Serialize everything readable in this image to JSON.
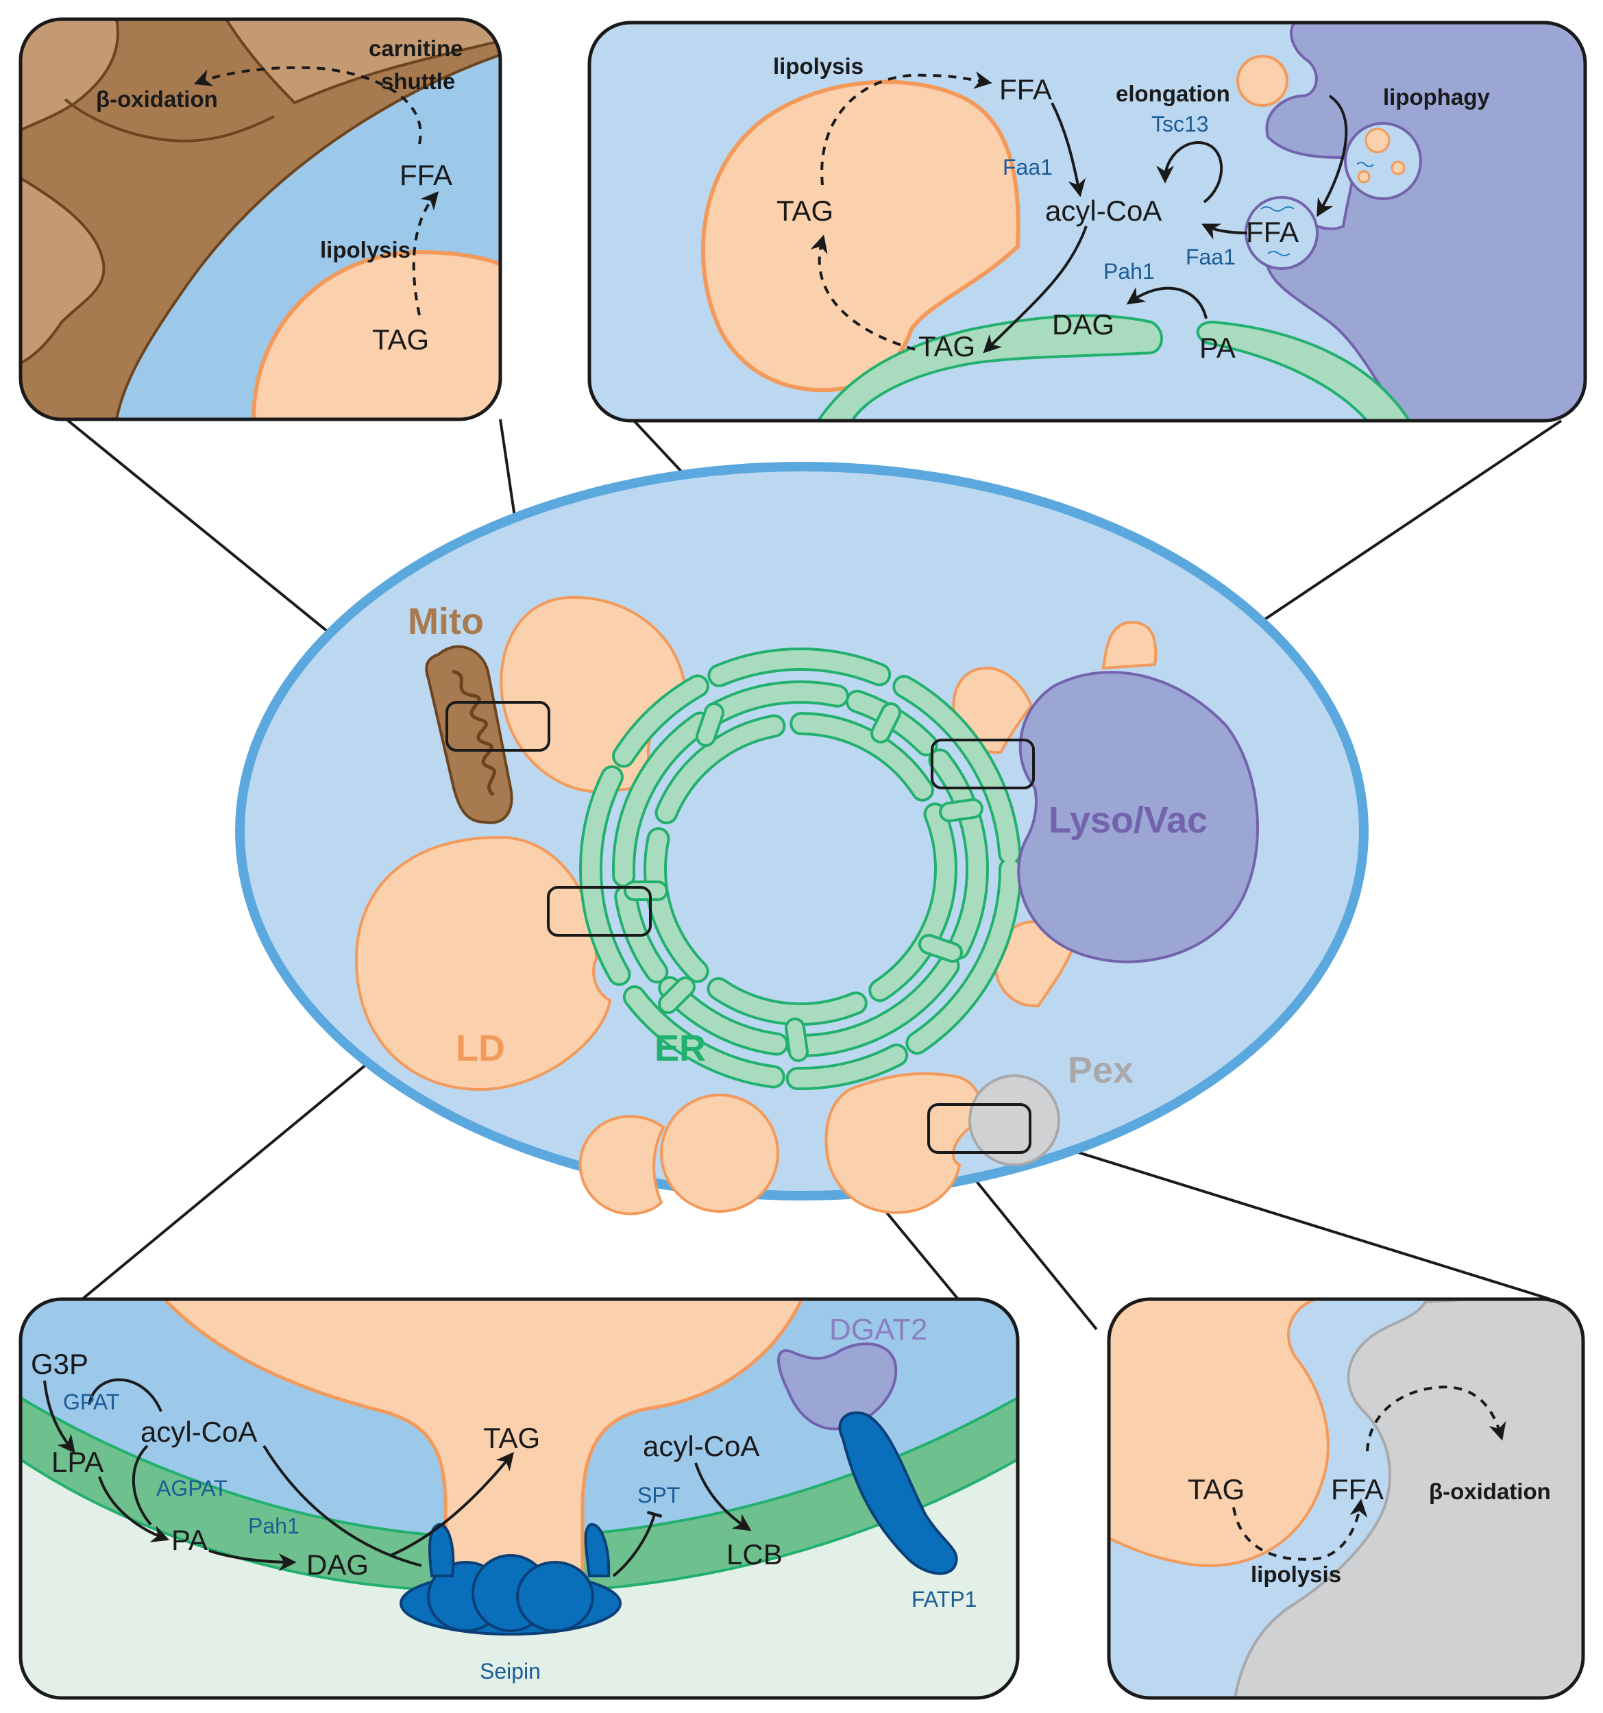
{
  "colors": {
    "cytosol": "#bcd8f0",
    "cell_border": "#5aa8de",
    "lipid_droplet_fill": "#fbd0ad",
    "lipid_droplet_stroke": "#f39a5a",
    "er_fill": "#a9dcbf",
    "er_stroke": "#22b06e",
    "mito_fill": "#a87a50",
    "mito_stroke": "#6b4420",
    "vacuole_fill": "#9ba6d4",
    "vacuole_stroke": "#7363ad",
    "pex_fill": "#d0d1d3",
    "pex_stroke": "#a9a9ab",
    "enzyme_text": "#1c5c96",
    "protein_blue": "#0a6fbb"
  },
  "icons": {
    "dashed_arrow": "dashed-arrow-icon",
    "solid_arrow": "solid-arrow-icon"
  },
  "organelles": {
    "mito": "Mito",
    "lyso_vac": "Lyso/Vac",
    "ld": "LD",
    "er": "ER",
    "pex": "Pex"
  },
  "mito_panel": {
    "carnitine_line1": "carnitine",
    "carnitine_line2": "shuttle",
    "beta_oxidation": "β-oxidation",
    "ffa": "FFA",
    "lipolysis": "lipolysis",
    "tag": "TAG"
  },
  "vacuole_panel": {
    "lipolysis": "lipolysis",
    "ffa_top": "FFA",
    "elongation": "elongation",
    "tsc13": "Tsc13",
    "lipophagy": "lipophagy",
    "faa1_left": "Faa1",
    "tag_ld": "TAG",
    "acyl_coa": "acyl-CoA",
    "ffa_right": "FFA",
    "faa1_right": "Faa1",
    "pah1": "Pah1",
    "dag": "DAG",
    "tag_er": "TAG",
    "pa": "PA"
  },
  "er_panel": {
    "dgat2": "DGAT2",
    "g3p": "G3P",
    "gpat": "GPAT",
    "acyl_coa_left": "acyl-CoA",
    "lpa": "LPA",
    "agpat": "AGPAT",
    "pa": "PA",
    "pah1": "Pah1",
    "dag": "DAG",
    "tag": "TAG",
    "acyl_coa_right": "acyl-CoA",
    "spt": "SPT",
    "lcb": "LCB",
    "fatp1": "FATP1",
    "seipin": "Seipin"
  },
  "pex_panel": {
    "tag": "TAG",
    "ffa": "FFA",
    "beta_oxidation": "β-oxidation",
    "lipolysis": "lipolysis"
  }
}
